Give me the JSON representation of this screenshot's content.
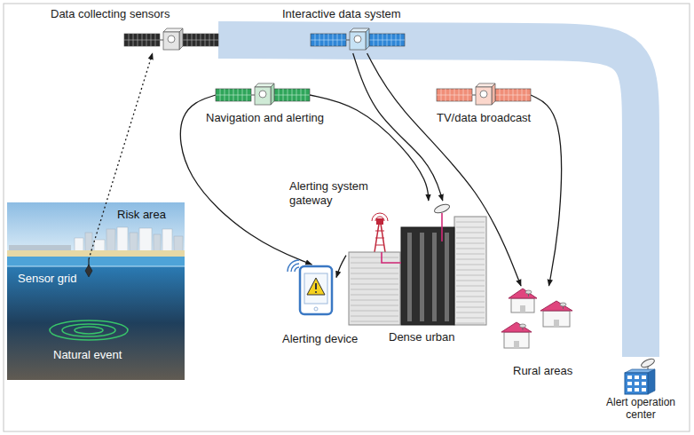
{
  "diagram": {
    "nodes": [
      {
        "text": [
          "Data collecting sensors"
        ]
      },
      {
        "text": [
          "Interactive data system"
        ]
      },
      {
        "text": [
          "Navigation and alerting"
        ]
      },
      {
        "text": [
          "TV/data broadcast"
        ]
      },
      {
        "text": [
          "Risk area"
        ]
      },
      {
        "text": [
          "Sensor grid"
        ],
        "in": 4
      },
      {
        "text": [
          "Alerting system gateway",
          "Dense urban"
        ]
      },
      {
        "text": [
          "Alerting device"
        ]
      },
      {
        "text": [
          "Rural areas"
        ]
      },
      {
        "text": [
          "Alert operation center"
        ]
      }
    ],
    "edges": [
      {
        "from": 5,
        "to": 0,
        "arrow": "to"
      },
      {
        "from": 2,
        "to": 7,
        "arrow": "to"
      },
      {
        "from": 2,
        "to": 6,
        "arrow": "to"
      },
      {
        "from": 1,
        "to": 6,
        "arrow": "to"
      },
      {
        "from": 1,
        "to": 8,
        "arrow": "to"
      },
      {
        "from": 3,
        "to": 8,
        "arrow": "to"
      },
      {
        "from": 6,
        "to": 7,
        "arrow": "to"
      },
      {
        "from": 0,
        "to": 9,
        "arrow": "none"
      }
    ],
    "labels": [
      "Natural event"
    ]
  }
}
